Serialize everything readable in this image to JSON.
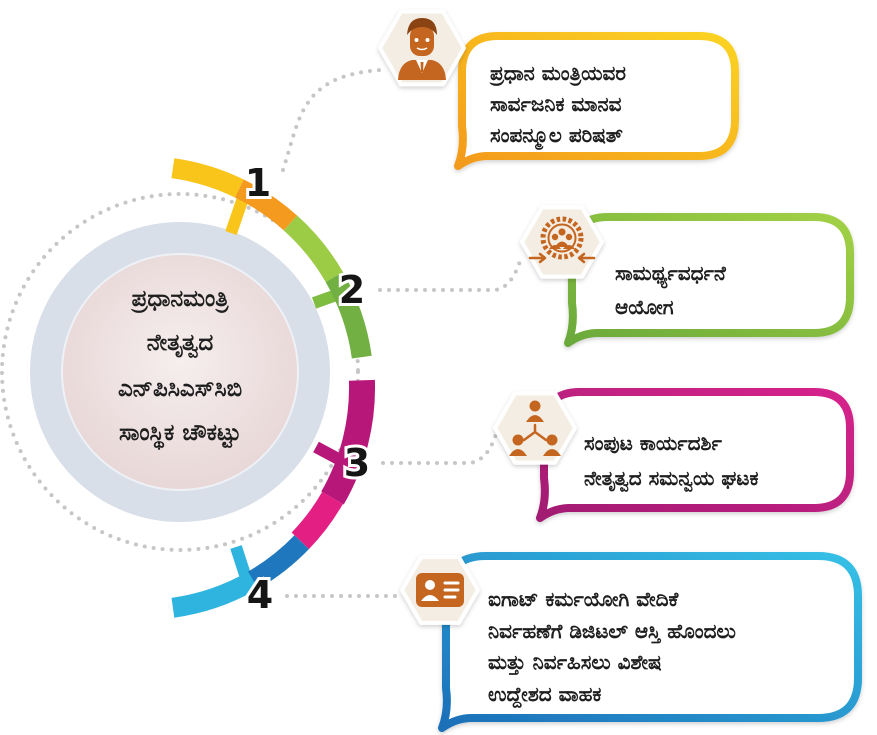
{
  "center_title": {
    "lines": [
      "ಪ್ರಧಾನಮಂತ್ರಿ",
      "ನೇತೃತ್ವದ",
      "ಎನ್‌ಪಿಸಿಎಸ್‌ಸಿಬಿ",
      "ಸಾಂಸ್ಥಿಕ ಚೌಕಟ್ಟು"
    ]
  },
  "steps": [
    {
      "number": "1",
      "icon": "man-avatar-icon",
      "color": "#f7b81c",
      "lines": [
        "ಪ್ರಧಾನ ಮಂತ್ರಿಯವರ",
        "ಸಾರ್ವಜನಿಕ ಮಾನವ",
        "ಸಂಪನ್ಮೂಲ ಪರಿಷತ್"
      ]
    },
    {
      "number": "2",
      "icon": "team-gear-icon",
      "color": "#8cc63f",
      "lines": [
        "ಸಾಮರ್ಥ್ಯವರ್ಧನೆ",
        "ಆಯೋಗ"
      ]
    },
    {
      "number": "3",
      "icon": "people-network-icon",
      "color": "#c21a7e",
      "lines": [
        "ಸಂಪುಟ ಕಾರ್ಯದರ್ಶಿ",
        "ನೇತೃತ್ವದ ಸಮನ್ವಯ ಘಟಕ"
      ]
    },
    {
      "number": "4",
      "icon": "id-card-icon",
      "color": "#2aa7d8",
      "lines": [
        "ಐಗಾಟ್ ಕರ್ಮಯೋಗಿ ವೇದಿಕೆ",
        "ನಿರ್ವಹಣೆಗೆ ಡಿಜಿಟಲ್ ಆಸ್ತಿ ಹೊಂದಲು",
        "ಮತ್ತು ನಿರ್ವಹಿಸಲು ವಿಶೇಷ",
        "ಉದ್ದೇಶದ ವಾಹಕ"
      ]
    }
  ],
  "colors": {
    "icon": "#c4661f",
    "center_fill": "#efe1e1",
    "ring": "#d8dfe9",
    "connector_dots": "#c6c6c6"
  }
}
